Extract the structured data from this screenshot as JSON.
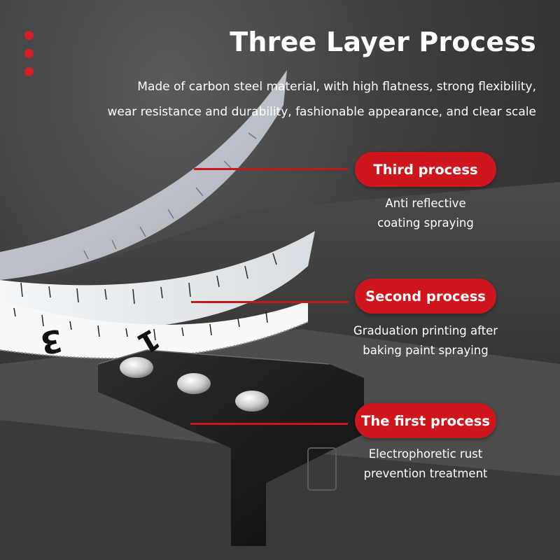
{
  "title": "Three Layer Process",
  "subtitle": {
    "line1": "Made of carbon steel material, with high flatness, strong flexibility,",
    "line2": "wear resistance and durability, fashionable appearance, and clear scale"
  },
  "processes": [
    {
      "label": "Third process",
      "desc1": "Anti reflective",
      "desc2": "coating spraying"
    },
    {
      "label": "Second process",
      "desc1": "Graduation printing after",
      "desc2": "baking paint spraying"
    },
    {
      "label": "The first process",
      "desc1": "Electrophoretic rust",
      "desc2": "prevention treatment"
    }
  ],
  "tape_numbers": [
    "3",
    "1"
  ],
  "accent_color": "#d0161d"
}
